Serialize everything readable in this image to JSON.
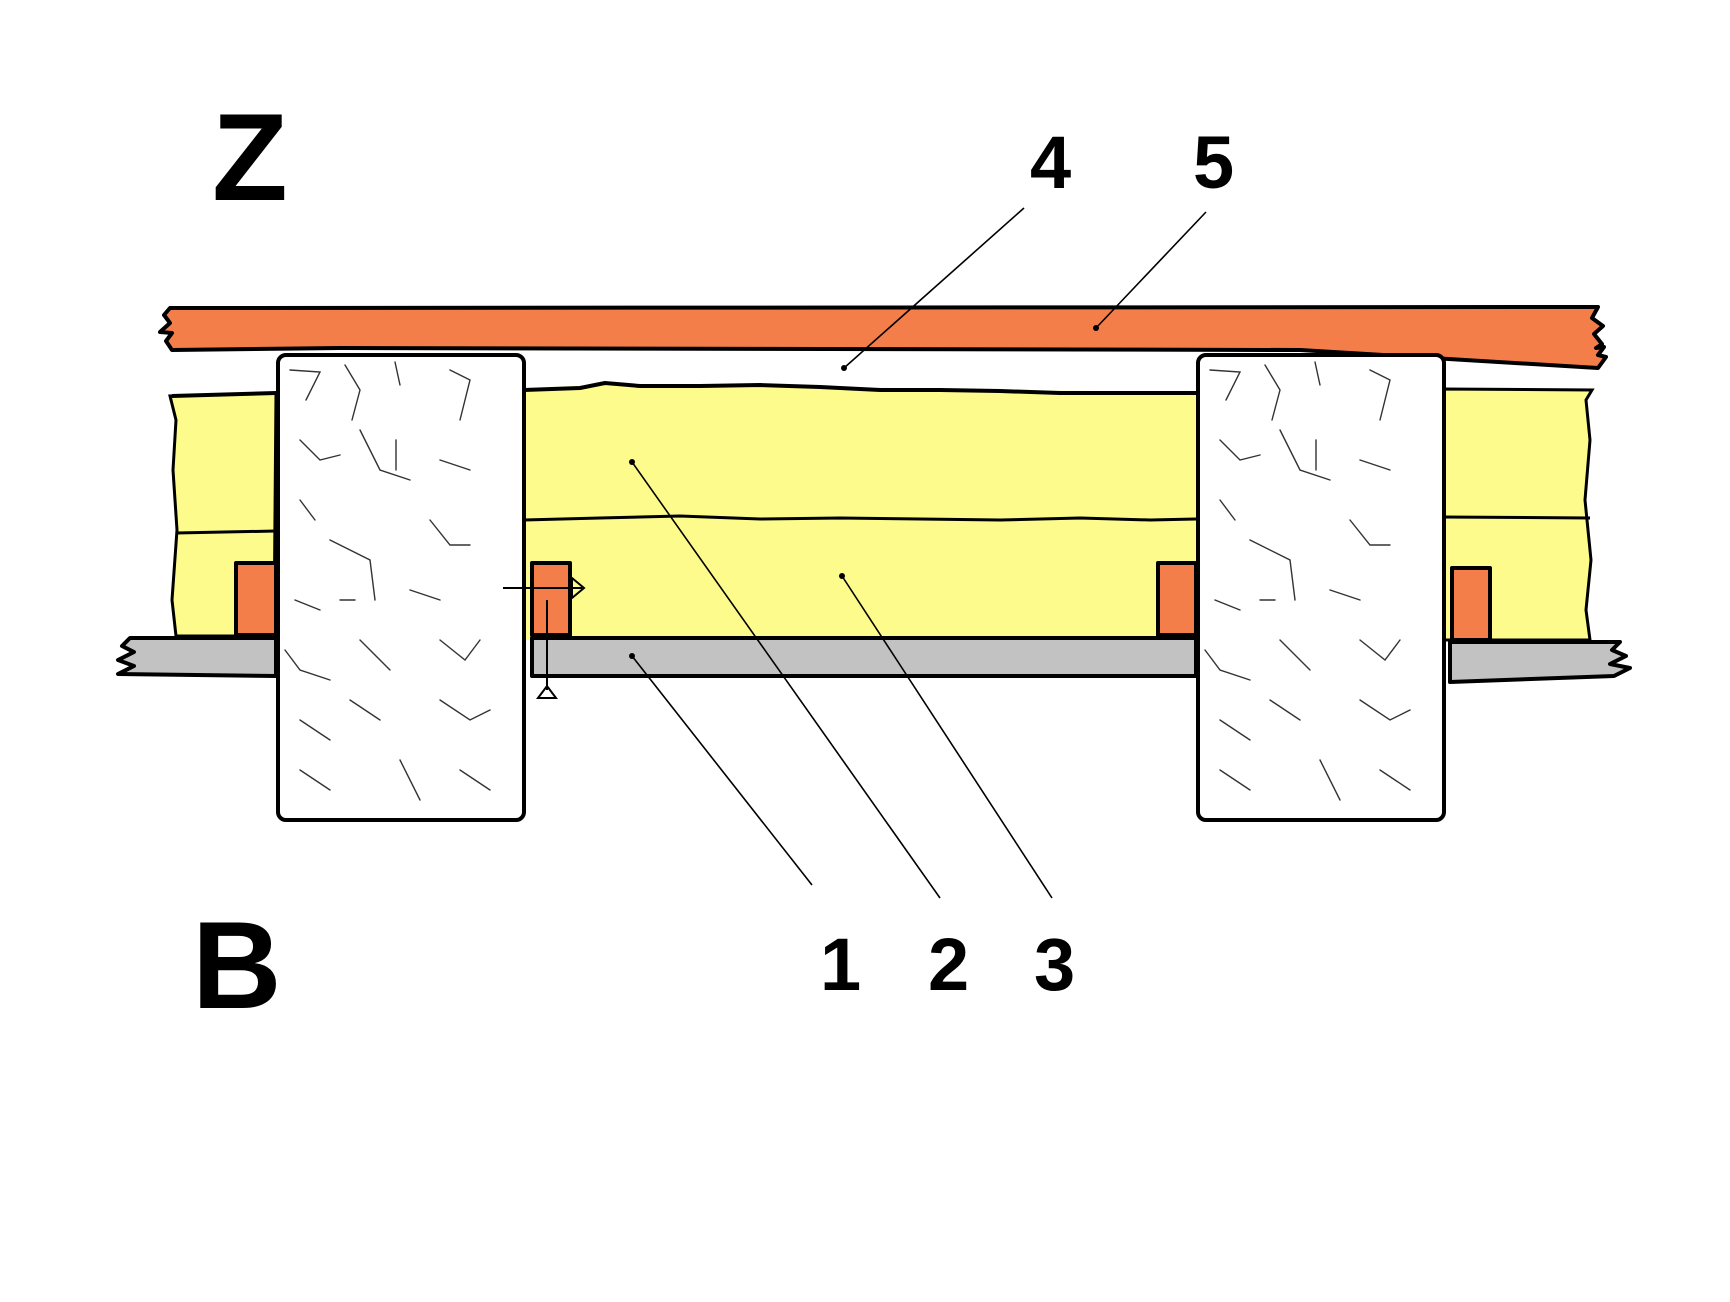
{
  "labels": {
    "outside": "Z",
    "inside": "B"
  },
  "callouts": [
    {
      "id": "1",
      "text": "1"
    },
    {
      "id": "2",
      "text": "2"
    },
    {
      "id": "3",
      "text": "3"
    },
    {
      "id": "4",
      "text": "4"
    },
    {
      "id": "5",
      "text": "5"
    }
  ],
  "colors": {
    "board": "#f47e4a",
    "insulation": "#fdfb8c",
    "plasterboard": "#c2c2c2",
    "beam": "#ffffff",
    "outline": "#000000"
  }
}
